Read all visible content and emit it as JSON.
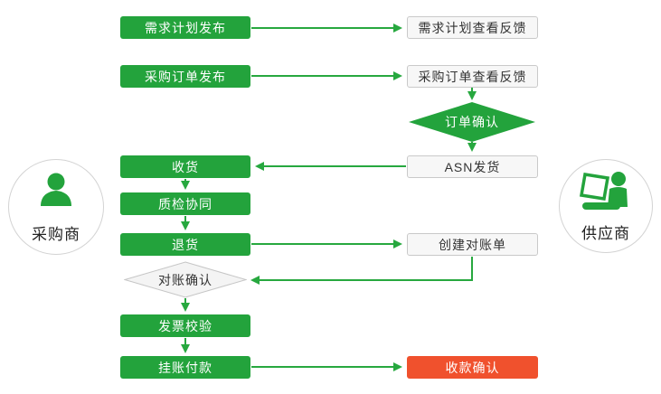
{
  "colors": {
    "green": "#23A33C",
    "arrow": "#27A83F",
    "red": "#F0512D",
    "box-bg": "#F7F7F7",
    "box-border": "#C9C9C9",
    "diamond-bg": "#F4F4F4",
    "diamond-border": "#C6C6C6",
    "text-dark": "#333333",
    "circle-border": "#D3D3D3"
  },
  "actors": {
    "buyer": {
      "label": "采购商",
      "icon": "person-icon"
    },
    "supplier": {
      "label": "供应商",
      "icon": "person-laptop-icon"
    }
  },
  "nodes": {
    "demand_plan_publish": "需求计划发布",
    "demand_plan_feedback": "需求计划查看反馈",
    "po_publish": "采购订单发布",
    "po_feedback": "采购订单查看反馈",
    "order_confirm": "订单确认",
    "receive": "收货",
    "asn_ship": "ASN发货",
    "qc_collab": "质检协同",
    "return_goods": "退货",
    "create_statement": "创建对账单",
    "recon_confirm": "对账确认",
    "invoice_check": "发票校验",
    "payment": "挂账付款",
    "receipt_confirm": "收款确认"
  }
}
